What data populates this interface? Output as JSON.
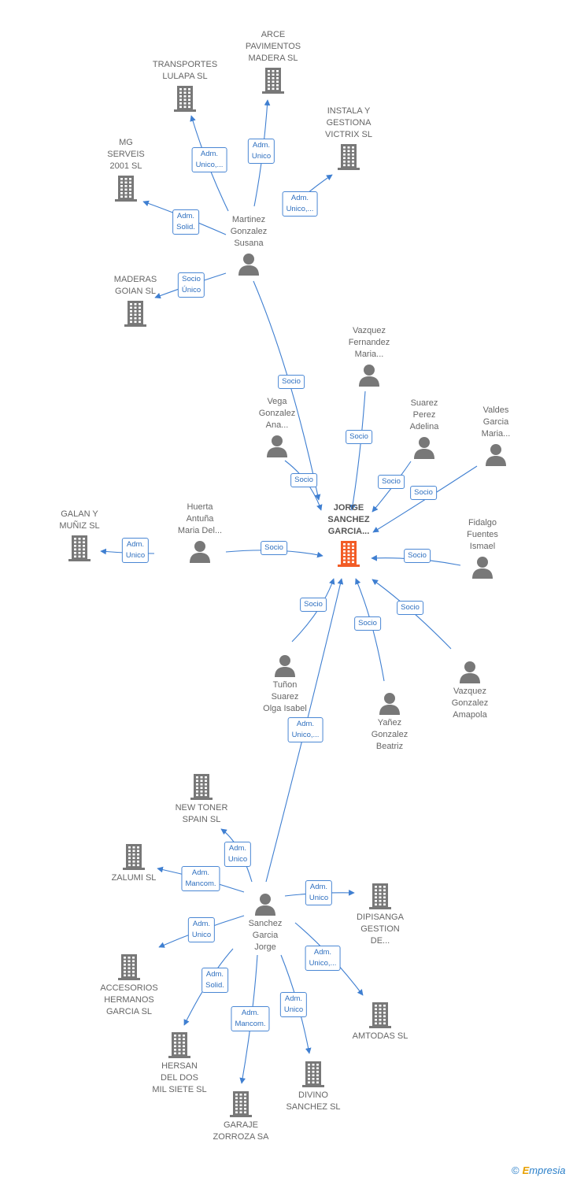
{
  "colors": {
    "edge": "#3f7fd1",
    "node_icon": "#787878",
    "central_icon": "#f25c26",
    "label": "#666666",
    "badge_text": "#2e6fbf"
  },
  "nodes": [
    {
      "id": "central",
      "type": "company",
      "central": true,
      "lines": [
        "JORGE",
        "SANCHEZ",
        "GARCIA..."
      ]
    },
    {
      "id": "arce",
      "type": "company",
      "lines": [
        "ARCE",
        "PAVIMENTOS",
        "MADERA SL"
      ]
    },
    {
      "id": "transportes",
      "type": "company",
      "lines": [
        "TRANSPORTES",
        "LULAPA  SL"
      ]
    },
    {
      "id": "instala",
      "type": "company",
      "lines": [
        "INSTALA Y",
        "GESTIONA",
        "VICTRIX  SL"
      ]
    },
    {
      "id": "mg",
      "type": "company",
      "lines": [
        "MG",
        "SERVEIS",
        "2001 SL"
      ]
    },
    {
      "id": "martinez",
      "type": "person",
      "lines": [
        "Martinez",
        "Gonzalez",
        "Susana"
      ]
    },
    {
      "id": "maderas",
      "type": "company",
      "lines": [
        "MADERAS",
        "GOIAN SL"
      ]
    },
    {
      "id": "vazquezf",
      "type": "person",
      "lines": [
        "Vazquez",
        "Fernandez",
        "Maria..."
      ]
    },
    {
      "id": "vega",
      "type": "person",
      "lines": [
        "Vega",
        "Gonzalez",
        "Ana..."
      ]
    },
    {
      "id": "suarez",
      "type": "person",
      "lines": [
        "Suarez",
        "Perez",
        "Adelina"
      ]
    },
    {
      "id": "valdes",
      "type": "person",
      "lines": [
        "Valdes",
        "Garcia",
        "Maria..."
      ]
    },
    {
      "id": "galan",
      "type": "company",
      "lines": [
        "GALAN Y",
        "MUÑIZ  SL"
      ]
    },
    {
      "id": "huerta",
      "type": "person",
      "lines": [
        "Huerta",
        "Antuña",
        "Maria Del..."
      ]
    },
    {
      "id": "fidalgo",
      "type": "person",
      "lines": [
        "Fidalgo",
        "Fuentes",
        "Ismael"
      ]
    },
    {
      "id": "tunon",
      "type": "person",
      "lines": [
        "Tuñon",
        "Suarez",
        "Olga Isabel"
      ]
    },
    {
      "id": "vazquezg",
      "type": "person",
      "lines": [
        "Vazquez",
        "Gonzalez",
        "Amapola"
      ]
    },
    {
      "id": "yanez",
      "type": "person",
      "lines": [
        "Yañez",
        "Gonzalez",
        "Beatriz"
      ]
    },
    {
      "id": "newtoner",
      "type": "company",
      "lines": [
        "NEW TONER",
        "SPAIN  SL"
      ]
    },
    {
      "id": "zalumi",
      "type": "company",
      "lines": [
        "ZALUMI SL"
      ]
    },
    {
      "id": "sanchez",
      "type": "person",
      "lines": [
        "Sanchez",
        "Garcia",
        "Jorge"
      ]
    },
    {
      "id": "dipisanga",
      "type": "company",
      "lines": [
        "DIPISANGA",
        "GESTION",
        "DE..."
      ]
    },
    {
      "id": "accesorios",
      "type": "company",
      "lines": [
        "ACCESORIOS",
        "HERMANOS",
        "GARCIA SL"
      ]
    },
    {
      "id": "amtodas",
      "type": "company",
      "lines": [
        "AMTODAS  SL"
      ]
    },
    {
      "id": "hersan",
      "type": "company",
      "lines": [
        "HERSAN",
        "DEL DOS",
        "MIL SIETE SL"
      ]
    },
    {
      "id": "divino",
      "type": "company",
      "lines": [
        "DIVINO",
        "SANCHEZ  SL"
      ]
    },
    {
      "id": "garaje",
      "type": "company",
      "lines": [
        "GARAJE",
        "ZORROZA SA"
      ]
    }
  ],
  "edges": [
    {
      "from": "martinez",
      "to": "arce",
      "label": [
        "Adm.",
        "Unico"
      ]
    },
    {
      "from": "martinez",
      "to": "transportes",
      "label": [
        "Adm.",
        "Unico,..."
      ]
    },
    {
      "from": "martinez",
      "to": "instala",
      "label": [
        "Adm.",
        "Unico,..."
      ]
    },
    {
      "from": "martinez",
      "to": "mg",
      "label": [
        "Adm.",
        "Solid."
      ]
    },
    {
      "from": "martinez",
      "to": "maderas",
      "label": [
        "Socio",
        "Único"
      ]
    },
    {
      "from": "martinez",
      "to": "central",
      "label": [
        "Socio"
      ]
    },
    {
      "from": "vazquezf",
      "to": "central",
      "label": [
        "Socio"
      ]
    },
    {
      "from": "vega",
      "to": "central",
      "label": [
        "Socio"
      ]
    },
    {
      "from": "suarez",
      "to": "central",
      "label": [
        "Socio"
      ]
    },
    {
      "from": "valdes",
      "to": "central",
      "label": [
        "Socio"
      ]
    },
    {
      "from": "huerta",
      "to": "galan",
      "label": [
        "Adm.",
        "Unico"
      ]
    },
    {
      "from": "huerta",
      "to": "central",
      "label": [
        "Socio"
      ]
    },
    {
      "from": "fidalgo",
      "to": "central",
      "label": [
        "Socio"
      ]
    },
    {
      "from": "tunon",
      "to": "central",
      "label": [
        "Socio"
      ]
    },
    {
      "from": "yanez",
      "to": "central",
      "label": [
        "Socio"
      ]
    },
    {
      "from": "vazquezg",
      "to": "central",
      "label": [
        "Socio"
      ]
    },
    {
      "from": "sanchez",
      "to": "central",
      "label": [
        "Adm.",
        "Unico,..."
      ]
    },
    {
      "from": "sanchez",
      "to": "newtoner",
      "label": [
        "Adm.",
        "Unico"
      ]
    },
    {
      "from": "sanchez",
      "to": "zalumi",
      "label": [
        "Adm.",
        "Mancom."
      ]
    },
    {
      "from": "sanchez",
      "to": "dipisanga",
      "label": [
        "Adm.",
        "Unico"
      ]
    },
    {
      "from": "sanchez",
      "to": "accesorios",
      "label": [
        "Adm.",
        "Unico"
      ]
    },
    {
      "from": "sanchez",
      "to": "amtodas",
      "label": [
        "Adm.",
        "Unico,..."
      ]
    },
    {
      "from": "sanchez",
      "to": "hersan",
      "label": [
        "Adm.",
        "Solid."
      ]
    },
    {
      "from": "sanchez",
      "to": "garaje",
      "label": [
        "Adm.",
        "Mancom."
      ]
    },
    {
      "from": "sanchez",
      "to": "divino",
      "label": [
        "Adm.",
        "Unico"
      ]
    }
  ],
  "credit": {
    "symbol": "©",
    "brand_initial": "E",
    "brand_rest": "mpresia"
  }
}
